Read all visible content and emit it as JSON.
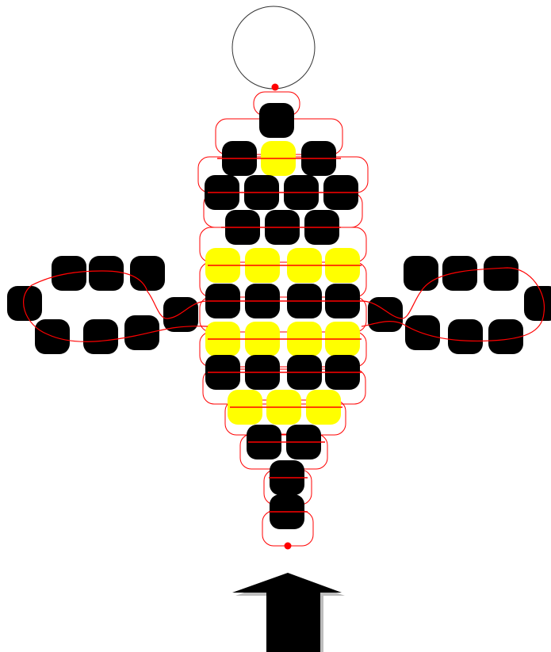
{
  "title": "",
  "colors": {
    "black": "#000000",
    "yellow": "#ffff00",
    "line": "#ff0000",
    "ring": "#333333",
    "arrow": "#000000",
    "arrow_shadow": "#bdbdbd",
    "background": "#ffffff"
  },
  "pattern": {
    "description_rows": [
      {
        "row": 1,
        "beads": [
          "black"
        ]
      },
      {
        "row": 2,
        "beads": [
          "black",
          "yellow",
          "black"
        ]
      },
      {
        "row": 3,
        "beads": [
          "black",
          "black",
          "black",
          "black"
        ]
      },
      {
        "row": 4,
        "beads": [
          "black",
          "black",
          "black"
        ]
      },
      {
        "row": 5,
        "beads": [
          "yellow",
          "yellow",
          "yellow",
          "yellow"
        ]
      },
      {
        "row": 6,
        "beads": [
          "black",
          "black",
          "black",
          "black"
        ]
      },
      {
        "row": 7,
        "beads": [
          "yellow",
          "yellow",
          "yellow",
          "yellow"
        ]
      },
      {
        "row": 8,
        "beads": [
          "black",
          "black",
          "black",
          "black"
        ]
      },
      {
        "row": 9,
        "beads": [
          "yellow",
          "yellow",
          "yellow"
        ]
      },
      {
        "row": 10,
        "beads": [
          "black",
          "black"
        ]
      },
      {
        "row": 11,
        "beads": [
          "black"
        ]
      },
      {
        "row": 12,
        "beads": [
          "black"
        ]
      }
    ],
    "wings": {
      "left": {
        "top_row": 3,
        "middle": 1,
        "bottom_row": 3,
        "connector": 1
      },
      "right": {
        "top_row": 3,
        "middle": 1,
        "bottom_row": 3,
        "connector": 1
      }
    },
    "has_hanging_ring": true,
    "has_start_arrow": true
  }
}
